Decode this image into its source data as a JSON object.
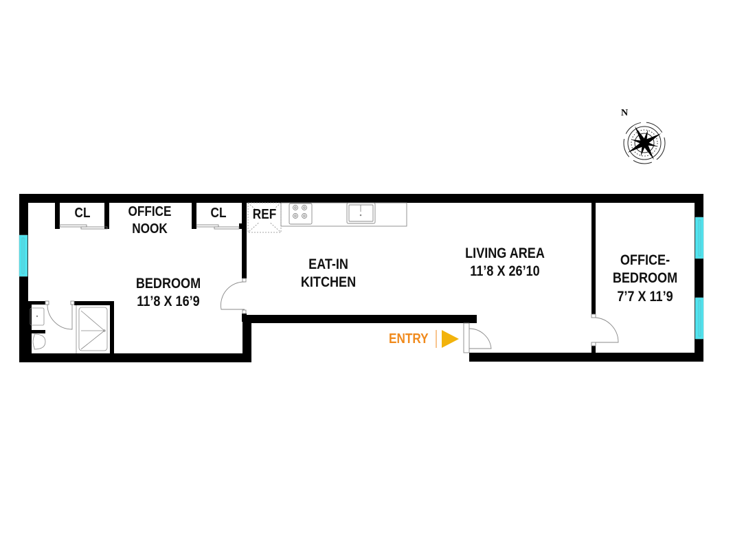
{
  "floorplan": {
    "compass": {
      "label": "N"
    },
    "rooms": [
      {
        "id": "closet-1",
        "name": "CL"
      },
      {
        "id": "office-nook",
        "name": "OFFICE",
        "name2": "NOOK"
      },
      {
        "id": "closet-2",
        "name": "CL"
      },
      {
        "id": "ref",
        "name": "REF"
      },
      {
        "id": "bedroom",
        "name": "BEDROOM",
        "dims": "11’8 X 16’9"
      },
      {
        "id": "eat-in-kitchen",
        "name": "EAT-IN",
        "name2": "KITCHEN"
      },
      {
        "id": "living-area",
        "name": "LIVING AREA",
        "dims": "11’8 X 26’10"
      },
      {
        "id": "office-bedroom",
        "name": "OFFICE-",
        "name2": "BEDROOM",
        "dims": "7’7 X 11’9"
      }
    ],
    "entry": {
      "label": "ENTRY"
    },
    "colors": {
      "wall": "#000000",
      "window": "#4fe3ef",
      "entry_text": "#f08a1c",
      "entry_arrow": "#f2b30c",
      "fixture_line": "#7a7a7a"
    }
  }
}
